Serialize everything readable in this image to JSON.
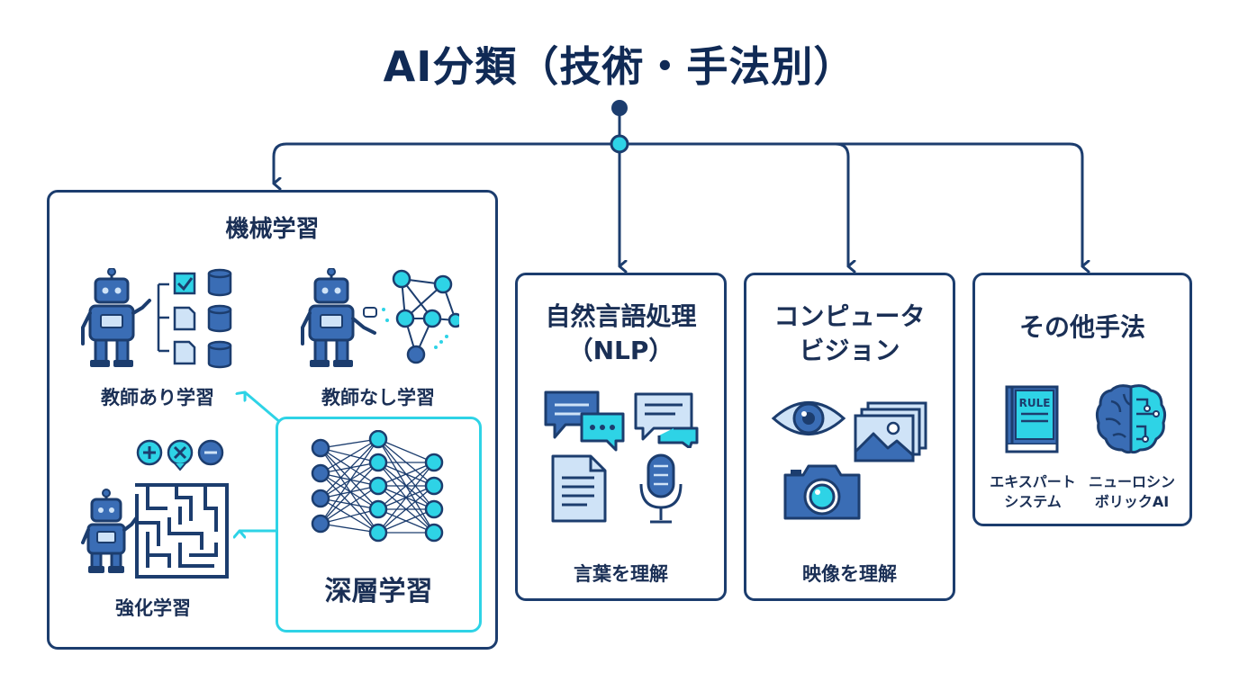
{
  "title": "AI分類（技術・手法別）",
  "colors": {
    "navy": "#1c3d6e",
    "blue": "#3a6db5",
    "light_blue": "#cfe3f7",
    "cyan": "#2ed3e6"
  },
  "machine_learning": {
    "title": "機械学習",
    "supervised": "教師あり学習",
    "unsupervised": "教師なし学習",
    "reinforcement": "強化学習",
    "deep_learning": "深層学習"
  },
  "nlp": {
    "title_line1": "自然言語処理",
    "title_line2": "（NLP）",
    "caption": "言葉を理解"
  },
  "cv": {
    "title_line1": "コンピュータ",
    "title_line2": "ビジョン",
    "caption": "映像を理解"
  },
  "other": {
    "title": "その他手法",
    "rule_book_text": "RULE",
    "expert_line1": "エキスパート",
    "expert_line2": "システム",
    "neuro_line1": "ニューロシン",
    "neuro_line2": "ボリックAI"
  }
}
